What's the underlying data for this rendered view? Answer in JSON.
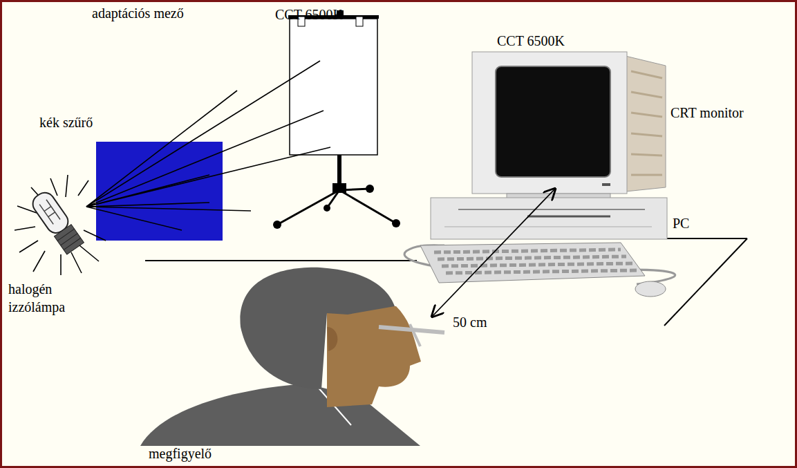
{
  "diagram": {
    "labels": [
      "adaptációs mező",
      "CCT 6500K",
      "CCT 6500K",
      "kék szűrő",
      "CRT monitor",
      "PC",
      "halogén izzólámpa",
      "50 cm",
      "megfigyelő"
    ]
  }
}
